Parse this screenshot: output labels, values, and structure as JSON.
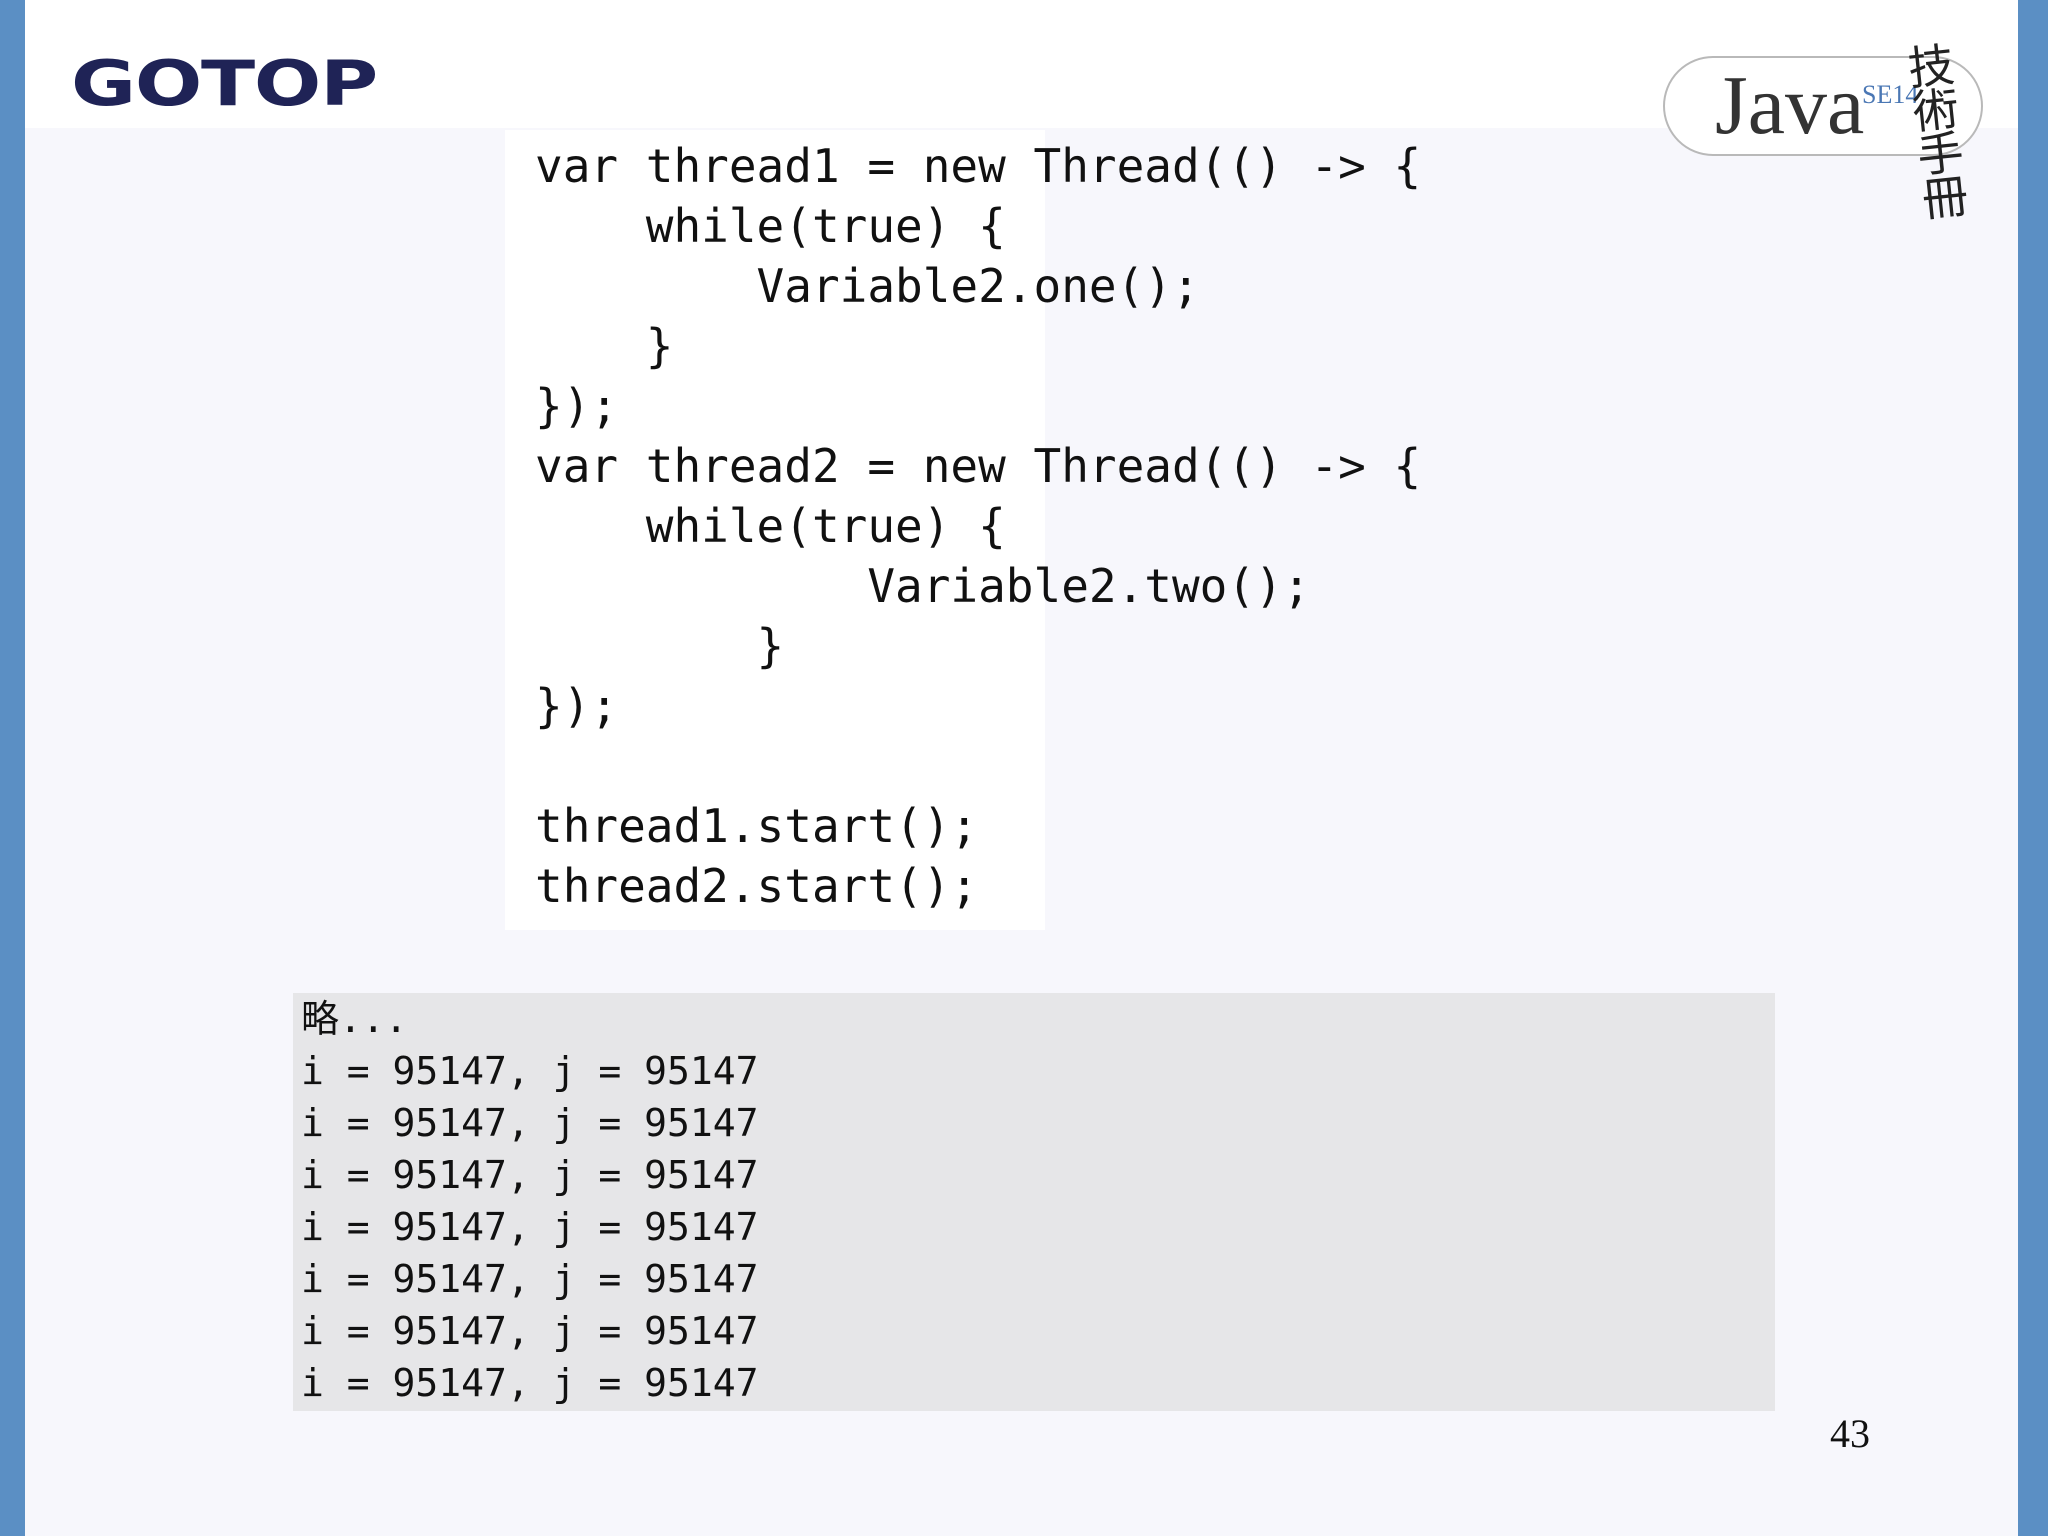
{
  "slide": {
    "brand": "GOTOP",
    "badge": {
      "java": "Java",
      "edition": "SE14",
      "tagline": "技術手冊"
    },
    "page_number": "43"
  },
  "code": {
    "lines": [
      "var thread1 = new Thread(() -> {",
      "    while(true) {",
      "        Variable2.one();",
      "    }",
      "});",
      "var thread2 = new Thread(() -> {",
      "    while(true) {",
      "            Variable2.two();",
      "        }",
      "});",
      "",
      "thread1.start();",
      "thread2.start();"
    ]
  },
  "console": {
    "lines": [
      "略...",
      "i = 95147, j = 95147",
      "i = 95147, j = 95147",
      "i = 95147, j = 95147",
      "i = 95147, j = 95147",
      "i = 95147, j = 95147",
      "i = 95147, j = 95147",
      "i = 95147, j = 95147"
    ]
  }
}
